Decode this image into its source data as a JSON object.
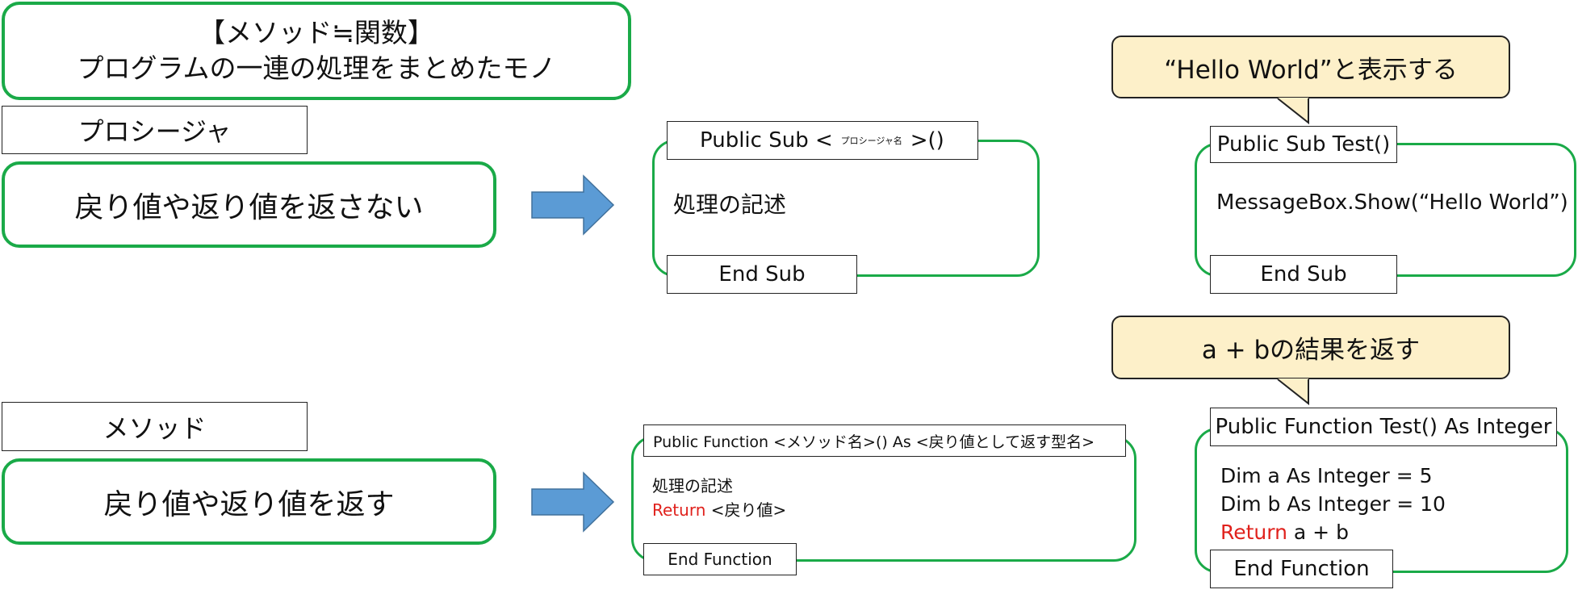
{
  "title": {
    "line1": "【メソッド≒関数】",
    "line2": "プログラムの一連の処理をまとめたモノ"
  },
  "procedure": {
    "label": "プロシージャ",
    "description": "戻り値や返り値を返さない",
    "template": {
      "header_prefix": "Public Sub <",
      "header_name": "プロシージャ名",
      "header_suffix": ">()",
      "body": "処理の記述",
      "footer": "End Sub"
    },
    "example": {
      "bubble": "“Hello World”と表示する",
      "header": "Public Sub Test()",
      "body": "MessageBox.Show(“Hello World”)",
      "footer": "End Sub"
    }
  },
  "method": {
    "label": "メソッド",
    "description": "戻り値や返り値を返す",
    "template": {
      "header": "Public Function <メソッド名>() As <戻り値として返す型名>",
      "body_line1": "処理の記述",
      "return_keyword": "Return",
      "return_value": " <戻り値>",
      "footer": "End Function"
    },
    "example": {
      "bubble": "a + bの結果を返す",
      "header": "Public Function Test() As Integer",
      "line1": "Dim a As Integer = 5",
      "line2": "Dim b As Integer = 10",
      "return_keyword": "Return",
      "return_value": " a + b",
      "footer": "End Function"
    }
  },
  "colors": {
    "accent_green": "#1aaa48",
    "arrow_blue": "#5b9bd5",
    "bubble_fill": "#fdf0c9",
    "keyword_red": "#e0211c"
  }
}
